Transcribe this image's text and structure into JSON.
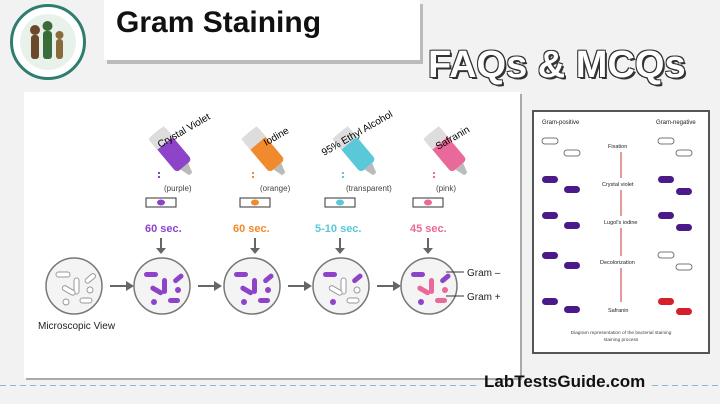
{
  "header": {
    "title": "Gram Staining",
    "subtitle": "FAQs & MCQs"
  },
  "footer": {
    "site": "LabTestsGuide.com"
  },
  "logo": {
    "icon": "family-logo-icon"
  },
  "diagram": {
    "reagents": [
      {
        "name": "Crystal Violet",
        "color_label": "(purple)",
        "time": "60 sec.",
        "color": "#8e44c8"
      },
      {
        "name": "Iodine",
        "color_label": "(orange)",
        "time": "60 sec.",
        "color": "#f08a2c"
      },
      {
        "name": "95% Ethyl Alcohol",
        "color_label": "(transparent)",
        "time": "5-10 sec.",
        "color": "#5ac8d8"
      },
      {
        "name": "Safranin",
        "color_label": "(pink)",
        "time": "45 sec.",
        "color": "#e8699a"
      }
    ],
    "microscopic_label": "Microscopic View",
    "gram_negative_label": "Gram –",
    "gram_positive_label": "Gram +"
  },
  "side_panel": {
    "col_left": "Gram-positive",
    "col_right": "Gram-negative",
    "steps": [
      "Fixation",
      "Crystal violet",
      "Lugol's iodine",
      "Decolorization",
      "Safranin"
    ],
    "caption_line1": "Diagram representation of the bacterial staining",
    "caption_line2": "staining process"
  }
}
